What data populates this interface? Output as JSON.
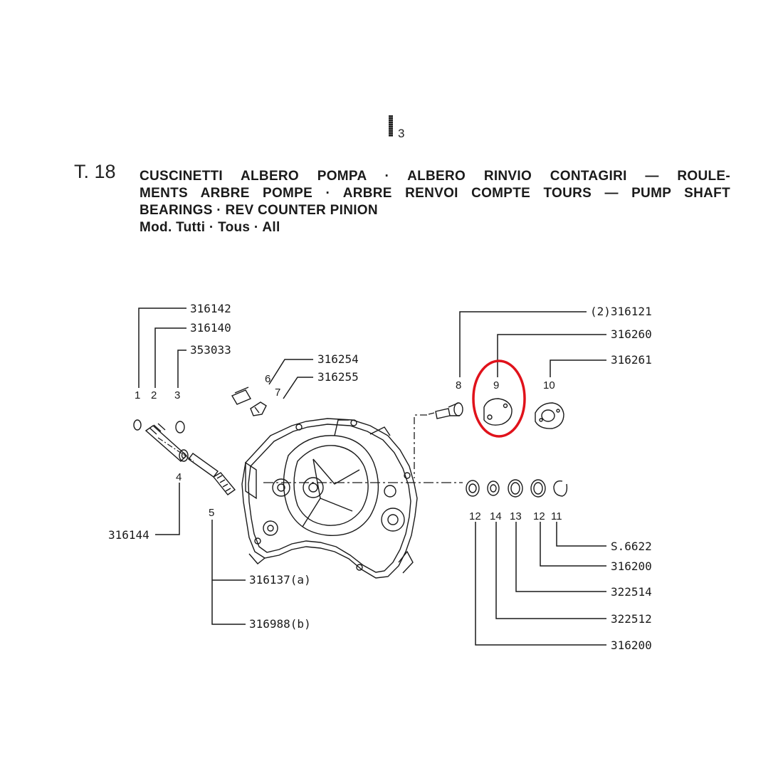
{
  "page_marker": "3",
  "table_code": "T. 18",
  "title": {
    "line1": "CUSCINETTI ALBERO POMPA · ALBERO RINVIO CONTAGIRI — ROULE-",
    "line2": "MENTS ARBRE POMPE · ARBRE RENVOI COMPTE TOURS — PUMP SHAFT",
    "line3": "BEARINGS · REV COUNTER PINION",
    "models": "Mod. Tutti · Tous · All"
  },
  "highlight_color": "#e0121b",
  "callouts": {
    "p1": {
      "index": "1",
      "part": "316142"
    },
    "p2": {
      "index": "2",
      "part": "316140"
    },
    "p3": {
      "index": "3",
      "part": "353033"
    },
    "p4": {
      "index": "4",
      "part": "316144"
    },
    "p5a": {
      "index": "5",
      "part": "316137(a)"
    },
    "p5b": {
      "part": "316988(b)"
    },
    "p6": {
      "index": "6",
      "part": "316254"
    },
    "p7": {
      "index": "7",
      "part": "316255"
    },
    "p8": {
      "index": "8",
      "part": "(2)316121"
    },
    "p9": {
      "index": "9",
      "part": "316260"
    },
    "p10": {
      "index": "10",
      "part": "316261"
    },
    "p11": {
      "index": "11",
      "part": "S.6622"
    },
    "p12a": {
      "index": "12",
      "part": "316200"
    },
    "p13": {
      "index": "13",
      "part": "322514"
    },
    "p14": {
      "index": "14",
      "part": "322512"
    },
    "p12b": {
      "index": "12",
      "part": "316200"
    }
  }
}
